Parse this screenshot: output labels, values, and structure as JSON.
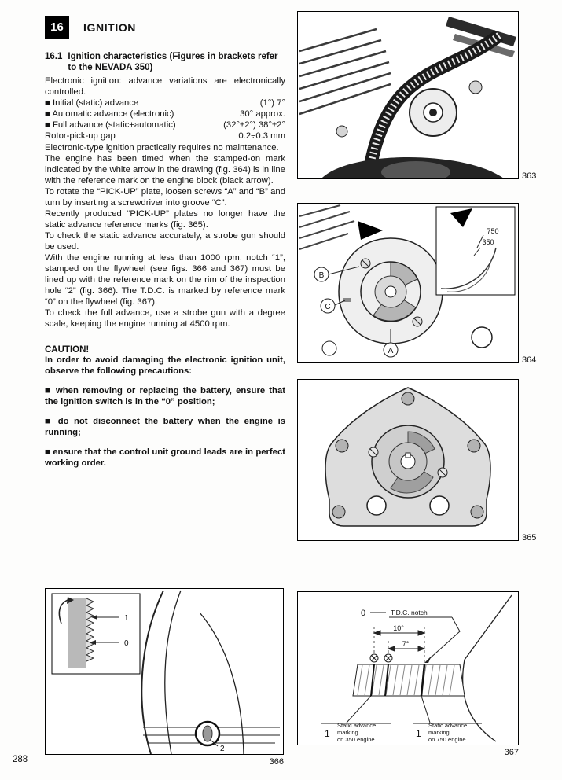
{
  "header": {
    "chapter_number": "16",
    "chapter_title": "IGNITION"
  },
  "section": {
    "number": "16.1",
    "title_line": "Ignition characteristics (Figures in brackets refer to the NEVADA 350)"
  },
  "body": {
    "p1": "Electronic ignition: advance variations are electronically controlled.",
    "specs": [
      {
        "label": "■ Initial (static) advance",
        "value": "(1°) 7°"
      },
      {
        "label": "■ Automatic advance (electronic)",
        "value": "30° approx."
      },
      {
        "label": "■ Full advance (static+automatic)",
        "value": "(32°±2°) 38°±2°"
      },
      {
        "label": "Rotor-pick-up gap",
        "value": "0.2÷0.3 mm"
      }
    ],
    "p2": "Electronic-type ignition practically requires no maintenance.",
    "p3": "The engine has been timed when the stamped-on mark indicated by the white arrow in the drawing (fig. 364) is in line with the reference mark on the engine block (black arrow).",
    "p4": "To rotate the “PICK-UP” plate, loosen screws “A” and “B” and turn by inserting a screwdriver into groove “C”.",
    "p5": "Recently produced “PICK-UP” plates no longer have the static advance reference marks (fig. 365).",
    "p6": "To check the static advance accurately, a strobe gun should be used.",
    "p7": "With the engine running at less than 1000 rpm, notch “1”, stamped on the flywheel (see figs. 366 and 367) must be lined up with the reference mark on the rim of the inspection hole “2” (fig. 366). The T.D.C. is marked by reference mark “0” on the flywheel (fig. 367).",
    "p8": "To check the full advance, use a strobe gun with a degree scale, keeping the engine running at 4500 rpm."
  },
  "caution": {
    "title": "CAUTION!",
    "intro": "In order to avoid damaging the electronic ignition unit, observe the following precautions:",
    "items": [
      "■ when removing or replacing the battery, ensure that the ignition switch is in the “0” position;",
      "■ do not disconnect the battery when the engine is running;",
      "■ ensure that the control unit ground leads are in perfect working order."
    ]
  },
  "figures": {
    "fig363": {
      "number": "363"
    },
    "fig364": {
      "number": "364",
      "labels": {
        "a": "A",
        "b": "B",
        "c": "C",
        "d750": "750",
        "d350": "350"
      }
    },
    "fig365": {
      "number": "365"
    },
    "fig366": {
      "number": "366",
      "labels": {
        "one": "1",
        "zero": "0",
        "two": "2"
      }
    },
    "fig367": {
      "number": "367",
      "labels": {
        "zero": "0",
        "tdc": "T.D.C. notch",
        "d10": "10°",
        "d7": "7°",
        "one_left": "1",
        "one_right": "1",
        "s350": [
          "Static advance",
          "marking",
          "on 350 engine"
        ],
        "s750": [
          "Static advance",
          "marking",
          "on 750 engine"
        ]
      }
    }
  },
  "page_number": "288"
}
